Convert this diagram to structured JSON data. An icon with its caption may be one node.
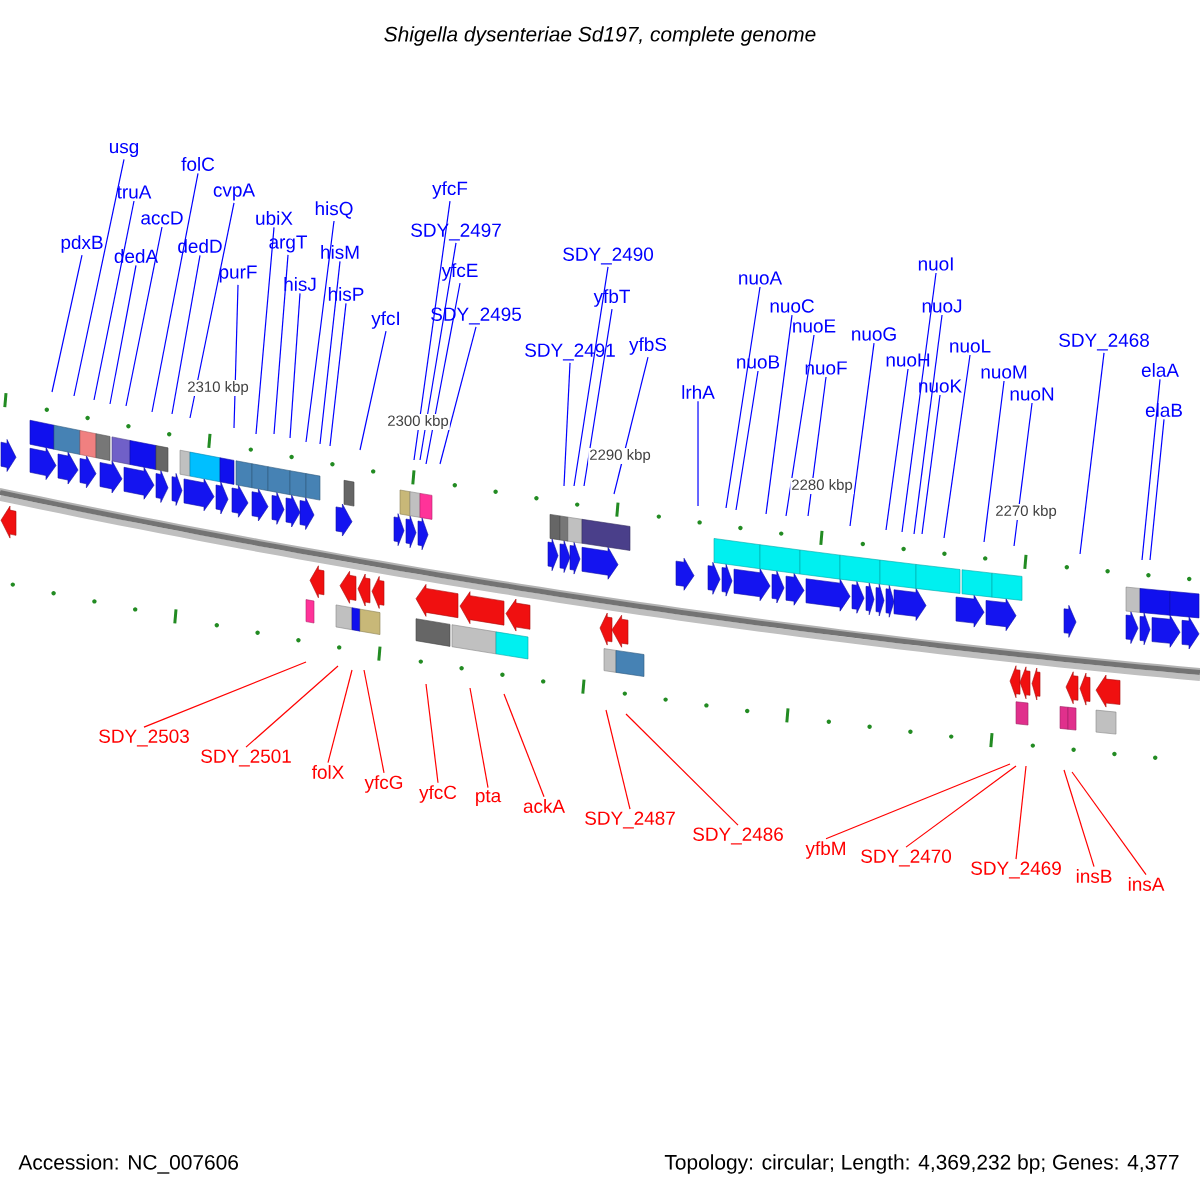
{
  "diagram": {
    "title": "Shigella dysenteriae Sd197, complete genome",
    "nodes": [
      {
        "text": [
          "usg"
        ]
      },
      {
        "text": [
          "truA"
        ]
      },
      {
        "text": [
          "folC"
        ]
      },
      {
        "text": [
          "accD"
        ]
      },
      {
        "text": [
          "cvpA"
        ]
      },
      {
        "text": [
          "pdxB"
        ]
      },
      {
        "text": [
          "dedA"
        ]
      },
      {
        "text": [
          "dedD"
        ]
      },
      {
        "text": [
          "ubiX"
        ]
      },
      {
        "text": [
          "hisQ"
        ]
      },
      {
        "text": [
          "argT"
        ]
      },
      {
        "text": [
          "purF"
        ]
      },
      {
        "text": [
          "hisM"
        ]
      },
      {
        "text": [
          "hisJ"
        ]
      },
      {
        "text": [
          "hisP"
        ]
      },
      {
        "text": [
          "yfcI"
        ]
      },
      {
        "text": [
          "yfcF"
        ]
      },
      {
        "text": [
          "SDY_2497"
        ]
      },
      {
        "text": [
          "yfcE"
        ]
      },
      {
        "text": [
          "SDY_2495"
        ]
      },
      {
        "text": [
          "SDY_2490"
        ]
      },
      {
        "text": [
          "yfbT"
        ]
      },
      {
        "text": [
          "SDY_2491"
        ]
      },
      {
        "text": [
          "yfbS"
        ]
      },
      {
        "text": [
          "lrhA"
        ]
      },
      {
        "text": [
          "nuoA"
        ]
      },
      {
        "text": [
          "nuoC"
        ]
      },
      {
        "text": [
          "nuoE"
        ]
      },
      {
        "text": [
          "nuoB"
        ]
      },
      {
        "text": [
          "nuoF"
        ]
      },
      {
        "text": [
          "nuoG"
        ]
      },
      {
        "text": [
          "nuoI"
        ]
      },
      {
        "text": [
          "nuoJ"
        ]
      },
      {
        "text": [
          "nuoH"
        ]
      },
      {
        "text": [
          "nuoL"
        ]
      },
      {
        "text": [
          "nuoK"
        ]
      },
      {
        "text": [
          "nuoM"
        ]
      },
      {
        "text": [
          "nuoN"
        ]
      },
      {
        "text": [
          "SDY_2468"
        ]
      },
      {
        "text": [
          "elaA"
        ]
      },
      {
        "text": [
          "elaB"
        ]
      },
      {
        "text": [
          "SDY_2503"
        ]
      },
      {
        "text": [
          "SDY_2501"
        ]
      },
      {
        "text": [
          "folX"
        ]
      },
      {
        "text": [
          "yfcG"
        ]
      },
      {
        "text": [
          "yfcC"
        ]
      },
      {
        "text": [
          "pta"
        ]
      },
      {
        "text": [
          "ackA"
        ]
      },
      {
        "text": [
          "SDY_2487"
        ]
      },
      {
        "text": [
          "SDY_2486"
        ]
      },
      {
        "text": [
          "yfbM"
        ]
      },
      {
        "text": [
          "SDY_2470"
        ]
      },
      {
        "text": [
          "SDY_2469"
        ]
      },
      {
        "text": [
          "insB"
        ]
      },
      {
        "text": [
          "insA"
        ]
      }
    ],
    "edges": [
      {
        "from": 0,
        "to": null,
        "arrow": "none"
      },
      {
        "from": 1,
        "to": null,
        "arrow": "none"
      },
      {
        "from": 2,
        "to": null,
        "arrow": "none"
      },
      {
        "from": 3,
        "to": null,
        "arrow": "none"
      },
      {
        "from": 4,
        "to": null,
        "arrow": "none"
      },
      {
        "from": 5,
        "to": null,
        "arrow": "none"
      },
      {
        "from": 6,
        "to": null,
        "arrow": "none"
      },
      {
        "from": 7,
        "to": null,
        "arrow": "none"
      },
      {
        "from": 8,
        "to": null,
        "arrow": "none"
      },
      {
        "from": 9,
        "to": null,
        "arrow": "none"
      },
      {
        "from": 10,
        "to": null,
        "arrow": "none"
      },
      {
        "from": 11,
        "to": null,
        "arrow": "none"
      },
      {
        "from": 12,
        "to": null,
        "arrow": "none"
      },
      {
        "from": 13,
        "to": null,
        "arrow": "none"
      },
      {
        "from": 14,
        "to": null,
        "arrow": "none"
      },
      {
        "from": 15,
        "to": null,
        "arrow": "none"
      },
      {
        "from": 16,
        "to": null,
        "arrow": "none"
      },
      {
        "from": 17,
        "to": null,
        "arrow": "none"
      },
      {
        "from": 18,
        "to": null,
        "arrow": "none"
      },
      {
        "from": 19,
        "to": null,
        "arrow": "none"
      },
      {
        "from": 20,
        "to": null,
        "arrow": "none"
      },
      {
        "from": 21,
        "to": null,
        "arrow": "none"
      },
      {
        "from": 22,
        "to": null,
        "arrow": "none"
      },
      {
        "from": 23,
        "to": null,
        "arrow": "none"
      },
      {
        "from": 24,
        "to": null,
        "arrow": "none"
      },
      {
        "from": 25,
        "to": null,
        "arrow": "none"
      },
      {
        "from": 26,
        "to": null,
        "arrow": "none"
      },
      {
        "from": 27,
        "to": null,
        "arrow": "none"
      },
      {
        "from": 28,
        "to": null,
        "arrow": "none"
      },
      {
        "from": 29,
        "to": null,
        "arrow": "none"
      },
      {
        "from": 30,
        "to": null,
        "arrow": "none"
      },
      {
        "from": 31,
        "to": null,
        "arrow": "none"
      },
      {
        "from": 32,
        "to": null,
        "arrow": "none"
      },
      {
        "from": 33,
        "to": null,
        "arrow": "none"
      },
      {
        "from": 34,
        "to": null,
        "arrow": "none"
      },
      {
        "from": 35,
        "to": null,
        "arrow": "none"
      },
      {
        "from": 36,
        "to": null,
        "arrow": "none"
      },
      {
        "from": 37,
        "to": null,
        "arrow": "none"
      },
      {
        "from": 38,
        "to": null,
        "arrow": "none"
      },
      {
        "from": 39,
        "to": null,
        "arrow": "none"
      },
      {
        "from": 40,
        "to": null,
        "arrow": "none"
      },
      {
        "from": 41,
        "to": null,
        "arrow": "none",
        "color": "#ff0000"
      },
      {
        "from": 42,
        "to": null,
        "arrow": "none",
        "color": "#ff0000"
      },
      {
        "from": 43,
        "to": null,
        "arrow": "none",
        "color": "#ff0000"
      },
      {
        "from": 44,
        "to": null,
        "arrow": "none",
        "color": "#ff0000"
      },
      {
        "from": 45,
        "to": null,
        "arrow": "none",
        "color": "#ff0000"
      },
      {
        "from": 46,
        "to": null,
        "arrow": "none",
        "color": "#ff0000"
      },
      {
        "from": 47,
        "to": null,
        "arrow": "none",
        "color": "#ff0000"
      },
      {
        "from": 48,
        "to": null,
        "arrow": "none",
        "color": "#ff0000"
      },
      {
        "from": 49,
        "to": null,
        "arrow": "none",
        "color": "#ff0000"
      },
      {
        "from": 50,
        "to": null,
        "arrow": "none",
        "color": "#ff0000"
      },
      {
        "from": 51,
        "to": null,
        "arrow": "none",
        "color": "#ff0000"
      },
      {
        "from": 52,
        "to": null,
        "arrow": "none",
        "color": "#ff0000"
      },
      {
        "from": 53,
        "to": null,
        "arrow": "none",
        "color": "#ff0000"
      },
      {
        "from": 54,
        "to": null,
        "arrow": "none",
        "color": "#ff0000"
      }
    ],
    "labels": [
      "2310 kbp",
      "2300 kbp",
      "2290 kbp",
      "2280 kbp",
      "2270 kbp",
      "Accession: NC_007606",
      "Topology: circular; Length: 4,369,232 bp; Genes: 4,377"
    ]
  }
}
